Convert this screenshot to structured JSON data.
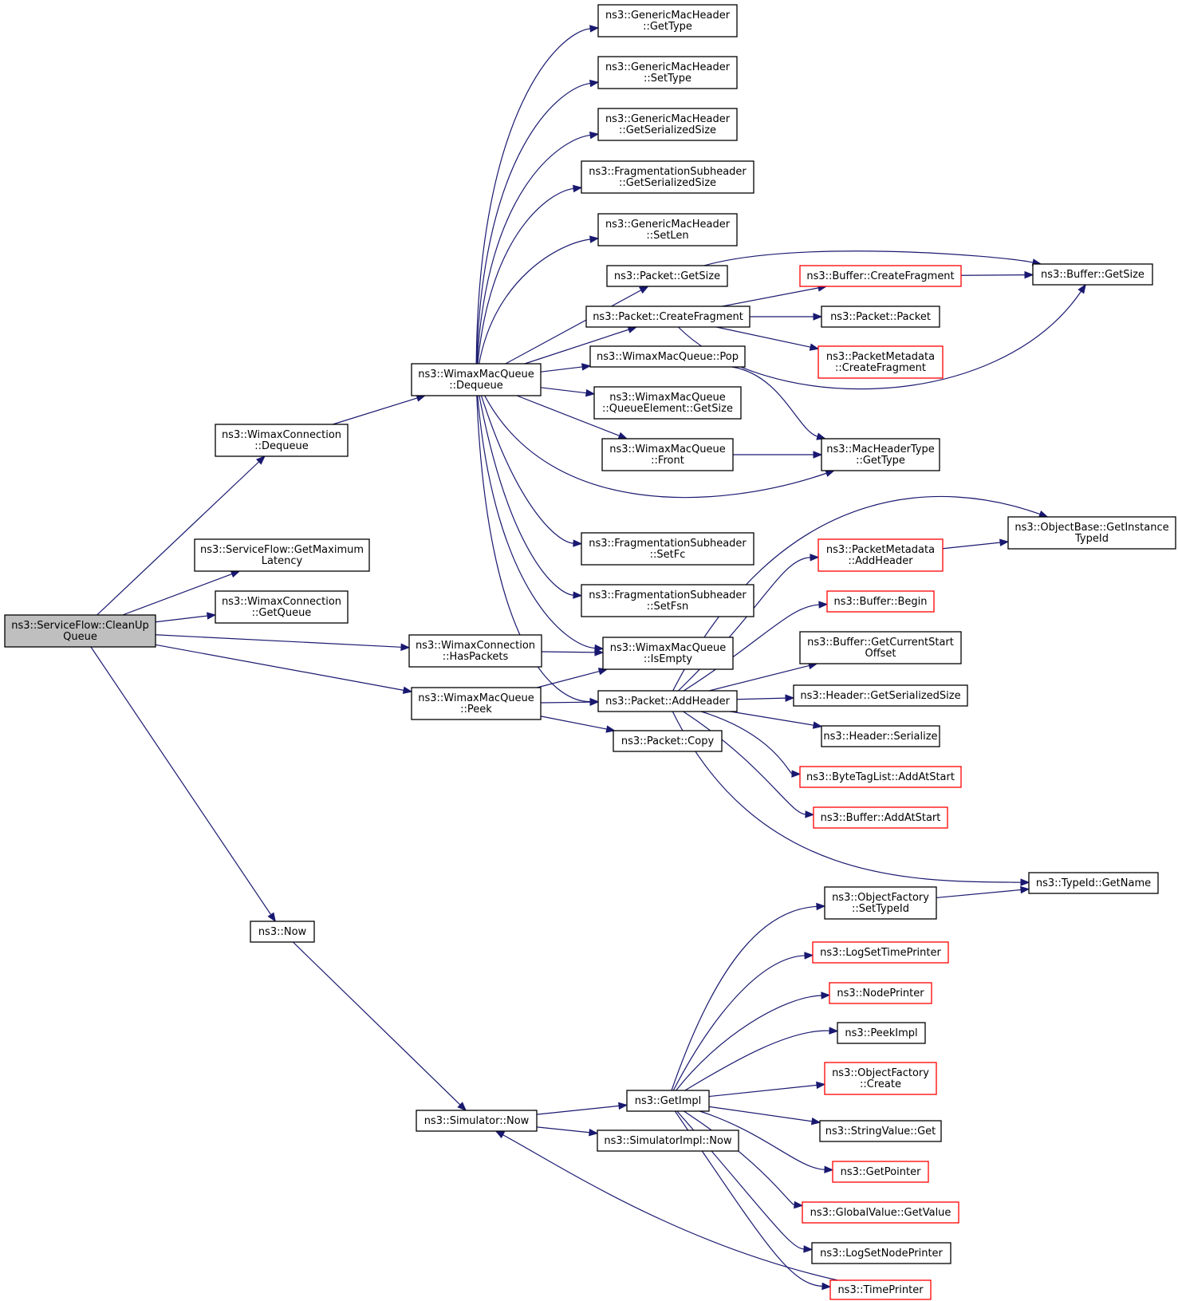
{
  "colors": {
    "edge": "#191970",
    "root_fill": "#bfbfbf",
    "node_border": "#000000",
    "truncated_border": "#ff0000"
  },
  "nodes": [
    {
      "id": "root",
      "lines": [
        "ns3::ServiceFlow::CleanUp",
        "Queue"
      ],
      "root": true
    },
    {
      "id": "wc_deq",
      "lines": [
        "ns3::WimaxConnection",
        "::Dequeue"
      ]
    },
    {
      "id": "sf_lat",
      "lines": [
        "ns3::ServiceFlow::GetMaximum",
        "Latency"
      ]
    },
    {
      "id": "wc_getq",
      "lines": [
        "ns3::WimaxConnection",
        "::GetQueue"
      ]
    },
    {
      "id": "wc_hasp",
      "lines": [
        "ns3::WimaxConnection",
        "::HasPackets"
      ]
    },
    {
      "id": "now",
      "lines": [
        "ns3::Now"
      ]
    },
    {
      "id": "wmq_deq",
      "lines": [
        "ns3::WimaxMacQueue",
        "::Dequeue"
      ]
    },
    {
      "id": "wmq_peek",
      "lines": [
        "ns3::WimaxMacQueue",
        "::Peek"
      ]
    },
    {
      "id": "sim_now",
      "lines": [
        "ns3::Simulator::Now"
      ]
    },
    {
      "id": "gmh_gettype",
      "lines": [
        "ns3::GenericMacHeader",
        "::GetType"
      ]
    },
    {
      "id": "gmh_settype",
      "lines": [
        "ns3::GenericMacHeader",
        "::SetType"
      ]
    },
    {
      "id": "gmh_gss",
      "lines": [
        "ns3::GenericMacHeader",
        "::GetSerializedSize"
      ]
    },
    {
      "id": "fs_gss",
      "lines": [
        "ns3::FragmentationSubheader",
        "::GetSerializedSize"
      ]
    },
    {
      "id": "gmh_setlen",
      "lines": [
        "ns3::GenericMacHeader",
        "::SetLen"
      ]
    },
    {
      "id": "pkt_getsize",
      "lines": [
        "ns3::Packet::GetSize"
      ]
    },
    {
      "id": "pkt_cf",
      "lines": [
        "ns3::Packet::CreateFragment"
      ]
    },
    {
      "id": "wmq_pop",
      "lines": [
        "ns3::WimaxMacQueue::Pop"
      ]
    },
    {
      "id": "wmq_qe",
      "lines": [
        "ns3::WimaxMacQueue",
        "::QueueElement::GetSize"
      ]
    },
    {
      "id": "wmq_front",
      "lines": [
        "ns3::WimaxMacQueue",
        "::Front"
      ]
    },
    {
      "id": "fs_setfc",
      "lines": [
        "ns3::FragmentationSubheader",
        "::SetFc"
      ]
    },
    {
      "id": "fs_setfsn",
      "lines": [
        "ns3::FragmentationSubheader",
        "::SetFsn"
      ]
    },
    {
      "id": "wmq_isempty",
      "lines": [
        "ns3::WimaxMacQueue",
        "::IsEmpty"
      ]
    },
    {
      "id": "pkt_addh",
      "lines": [
        "ns3::Packet::AddHeader"
      ]
    },
    {
      "id": "pkt_copy",
      "lines": [
        "ns3::Packet::Copy"
      ]
    },
    {
      "id": "getimpl",
      "lines": [
        "ns3::GetImpl"
      ]
    },
    {
      "id": "simimpl_now",
      "lines": [
        "ns3::SimulatorImpl::Now"
      ]
    },
    {
      "id": "buf_cf",
      "lines": [
        "ns3::Buffer::CreateFragment"
      ],
      "truncated": true
    },
    {
      "id": "pkt_pkt",
      "lines": [
        "ns3::Packet::Packet"
      ]
    },
    {
      "id": "pm_cf",
      "lines": [
        "ns3::PacketMetadata",
        "::CreateFragment"
      ],
      "truncated": true
    },
    {
      "id": "mht_gettype",
      "lines": [
        "ns3::MacHeaderType",
        "::GetType"
      ]
    },
    {
      "id": "pm_addh",
      "lines": [
        "ns3::PacketMetadata",
        "::AddHeader"
      ],
      "truncated": true
    },
    {
      "id": "buf_begin",
      "lines": [
        "ns3::Buffer::Begin"
      ],
      "truncated": true
    },
    {
      "id": "buf_gcso",
      "lines": [
        "ns3::Buffer::GetCurrentStart",
        "Offset"
      ]
    },
    {
      "id": "hdr_gss",
      "lines": [
        "ns3::Header::GetSerializedSize"
      ]
    },
    {
      "id": "hdr_ser",
      "lines": [
        "ns3::Header::Serialize"
      ]
    },
    {
      "id": "btl_aas",
      "lines": [
        "ns3::ByteTagList::AddAtStart"
      ],
      "truncated": true
    },
    {
      "id": "buf_aas",
      "lines": [
        "ns3::Buffer::AddAtStart"
      ],
      "truncated": true
    },
    {
      "id": "of_settid",
      "lines": [
        "ns3::ObjectFactory",
        "::SetTypeId"
      ]
    },
    {
      "id": "log_stp",
      "lines": [
        "ns3::LogSetTimePrinter"
      ],
      "truncated": true
    },
    {
      "id": "nodeprinter",
      "lines": [
        "ns3::NodePrinter"
      ],
      "truncated": true
    },
    {
      "id": "peekimpl",
      "lines": [
        "ns3::PeekImpl"
      ]
    },
    {
      "id": "of_create",
      "lines": [
        "ns3::ObjectFactory",
        "::Create"
      ],
      "truncated": true
    },
    {
      "id": "sv_get",
      "lines": [
        "ns3::StringValue::Get"
      ]
    },
    {
      "id": "getpointer",
      "lines": [
        "ns3::GetPointer"
      ],
      "truncated": true
    },
    {
      "id": "gv_getvalue",
      "lines": [
        "ns3::GlobalValue::GetValue"
      ],
      "truncated": true
    },
    {
      "id": "log_snp",
      "lines": [
        "ns3::LogSetNodePrinter"
      ]
    },
    {
      "id": "timeprinter",
      "lines": [
        "ns3::TimePrinter"
      ],
      "truncated": true
    },
    {
      "id": "buf_getsize",
      "lines": [
        "ns3::Buffer::GetSize"
      ]
    },
    {
      "id": "ob_gitid",
      "lines": [
        "ns3::ObjectBase::GetInstance",
        "TypeId"
      ]
    },
    {
      "id": "tid_getname",
      "lines": [
        "ns3::TypeId::GetName"
      ]
    }
  ],
  "edges": [
    [
      "root",
      "wc_deq"
    ],
    [
      "root",
      "sf_lat"
    ],
    [
      "root",
      "wc_getq"
    ],
    [
      "root",
      "wc_hasp"
    ],
    [
      "root",
      "wmq_peek"
    ],
    [
      "root",
      "now"
    ],
    [
      "wc_deq",
      "wmq_deq"
    ],
    [
      "wmq_deq",
      "gmh_gettype"
    ],
    [
      "wmq_deq",
      "gmh_settype"
    ],
    [
      "wmq_deq",
      "gmh_gss"
    ],
    [
      "wmq_deq",
      "fs_gss"
    ],
    [
      "wmq_deq",
      "gmh_setlen"
    ],
    [
      "wmq_deq",
      "pkt_getsize"
    ],
    [
      "wmq_deq",
      "pkt_cf"
    ],
    [
      "wmq_deq",
      "wmq_pop"
    ],
    [
      "wmq_deq",
      "wmq_qe"
    ],
    [
      "wmq_deq",
      "wmq_front"
    ],
    [
      "wmq_deq",
      "mht_gettype"
    ],
    [
      "wmq_deq",
      "fs_setfc"
    ],
    [
      "wmq_deq",
      "fs_setfsn"
    ],
    [
      "wmq_deq",
      "wmq_isempty"
    ],
    [
      "wmq_deq",
      "pkt_addh"
    ],
    [
      "wc_hasp",
      "wmq_isempty"
    ],
    [
      "wmq_peek",
      "wmq_isempty"
    ],
    [
      "wmq_peek",
      "pkt_addh"
    ],
    [
      "wmq_peek",
      "pkt_copy"
    ],
    [
      "pkt_getsize",
      "buf_getsize"
    ],
    [
      "pkt_cf",
      "buf_cf"
    ],
    [
      "pkt_cf",
      "pkt_pkt"
    ],
    [
      "pkt_cf",
      "pm_cf"
    ],
    [
      "pkt_cf",
      "buf_getsize"
    ],
    [
      "buf_cf",
      "buf_getsize"
    ],
    [
      "wmq_pop",
      "mht_gettype"
    ],
    [
      "wmq_front",
      "mht_gettype"
    ],
    [
      "pkt_addh",
      "ob_gitid"
    ],
    [
      "pkt_addh",
      "pm_addh"
    ],
    [
      "pkt_addh",
      "buf_begin"
    ],
    [
      "pkt_addh",
      "buf_gcso"
    ],
    [
      "pkt_addh",
      "hdr_gss"
    ],
    [
      "pkt_addh",
      "hdr_ser"
    ],
    [
      "pkt_addh",
      "btl_aas"
    ],
    [
      "pkt_addh",
      "buf_aas"
    ],
    [
      "pkt_addh",
      "tid_getname"
    ],
    [
      "pm_addh",
      "ob_gitid"
    ],
    [
      "of_settid",
      "tid_getname"
    ],
    [
      "now",
      "sim_now"
    ],
    [
      "sim_now",
      "getimpl"
    ],
    [
      "sim_now",
      "simimpl_now"
    ],
    [
      "getimpl",
      "of_settid"
    ],
    [
      "getimpl",
      "log_stp"
    ],
    [
      "getimpl",
      "nodeprinter"
    ],
    [
      "getimpl",
      "peekimpl"
    ],
    [
      "getimpl",
      "of_create"
    ],
    [
      "getimpl",
      "sv_get"
    ],
    [
      "getimpl",
      "getpointer"
    ],
    [
      "getimpl",
      "gv_getvalue"
    ],
    [
      "getimpl",
      "log_snp"
    ],
    [
      "getimpl",
      "timeprinter"
    ],
    [
      "timeprinter",
      "sim_now"
    ]
  ]
}
